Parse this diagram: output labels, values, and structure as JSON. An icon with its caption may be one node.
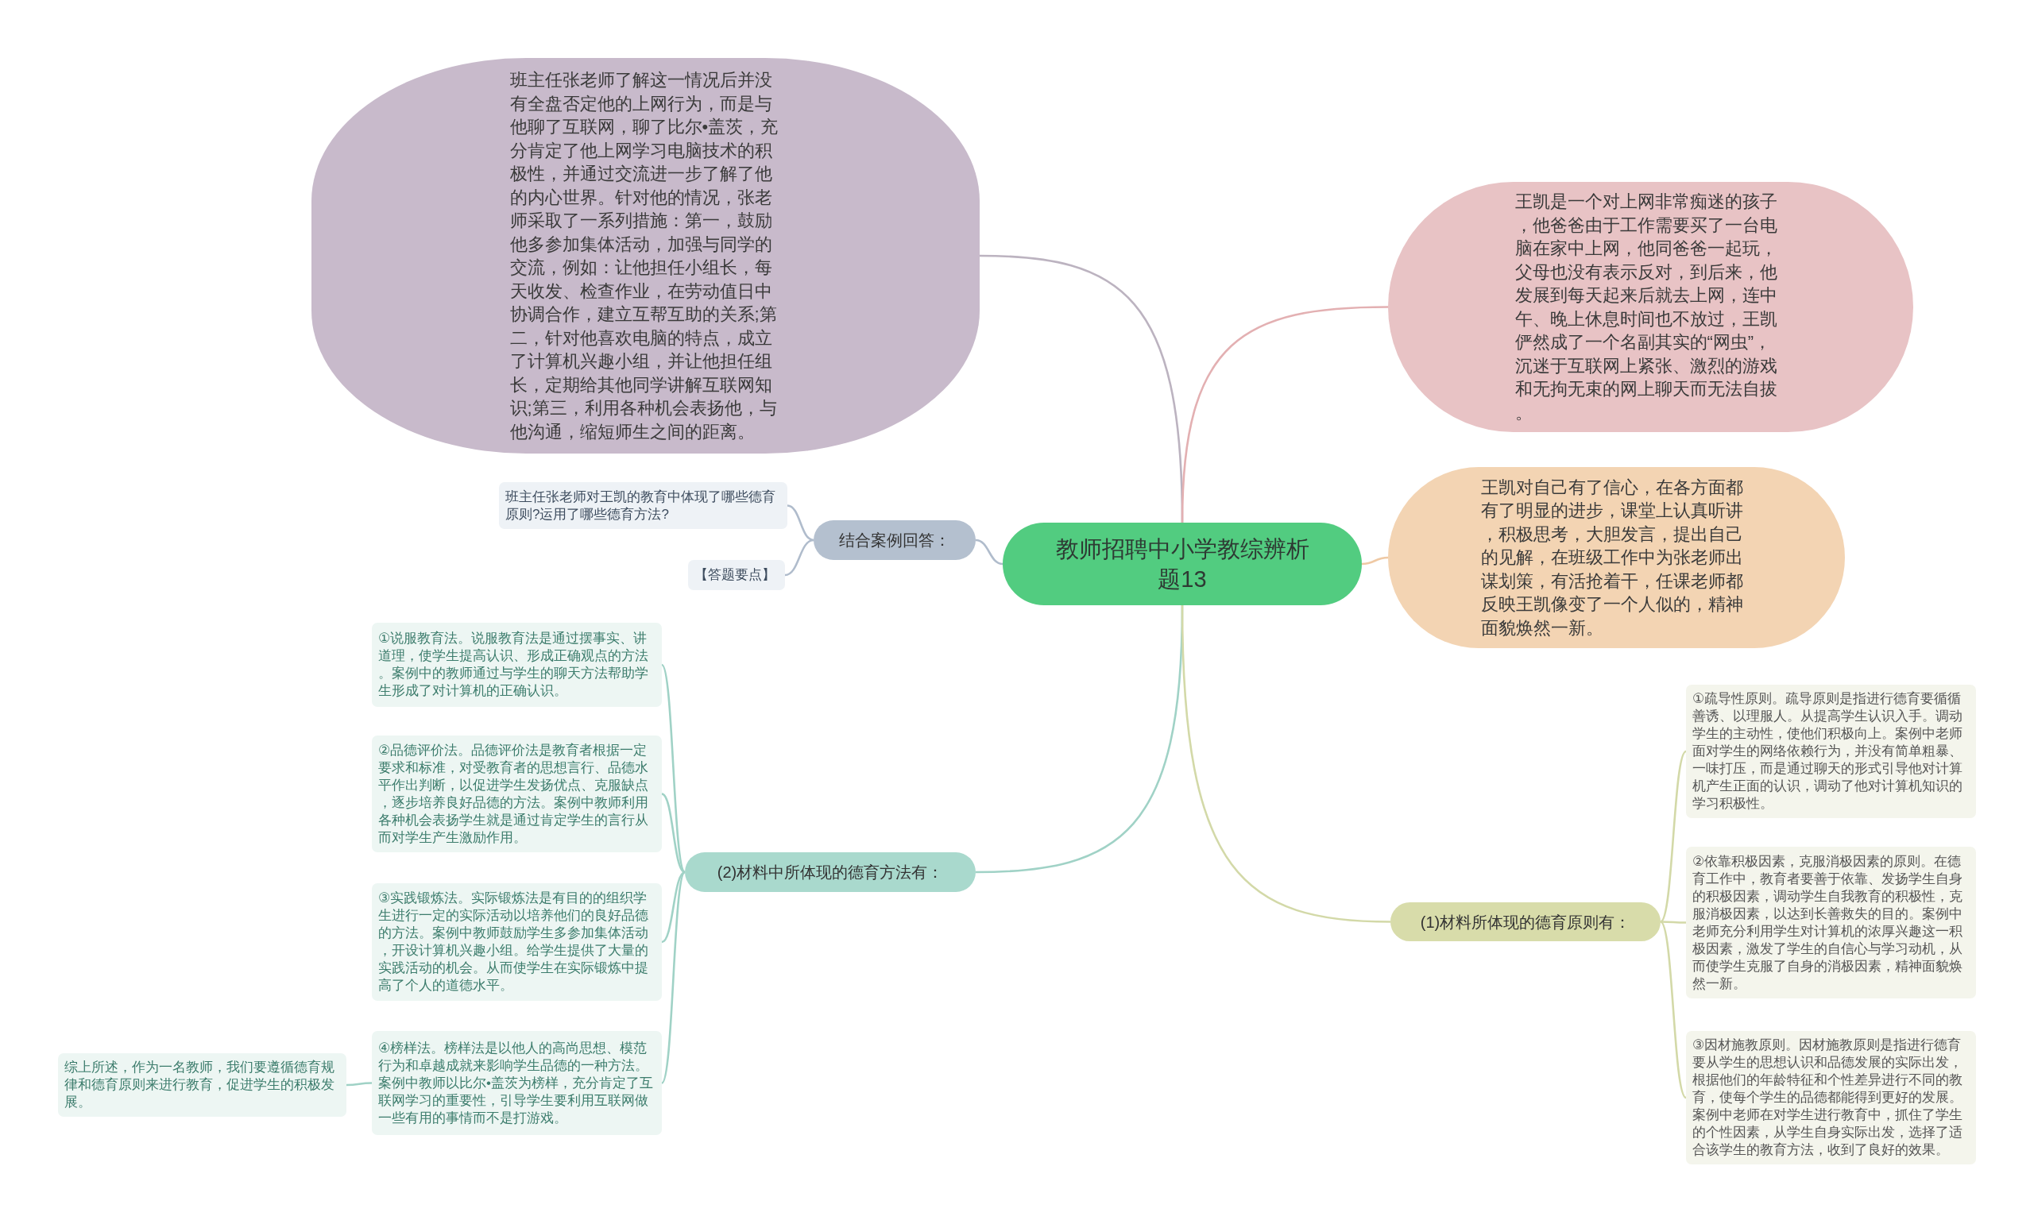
{
  "diagram": {
    "nodes": [
      {
        "text": [
          "教师招聘中小学教综辨析题13"
        ]
      },
      {
        "text": [
          "班主任张老师了解这一情况后并没有全盘否定他的上网行为，而是与他聊了互联网，聊了比尔•盖茨，充分肯定了他上网学习电脑技术的积极性，并通过交流进一步了解了他的内心世界。针对他的情况，张老师采取了一系列措施：第一，鼓励他多参加集体活动，加强与同学的交流，例如：让他担任小组长，每天收发、检查作业，在劳动值日中协调合作，建立互帮互助的关系;第二，针对他喜欢电脑的特点，成立了计算机兴趣小组，并让他担任组长，定期给其他同学讲解互联网知识;第三，利用各种机会表扬他，与他沟通，缩短师生之间的距离。"
        ]
      },
      {
        "text": [
          "王凯是一个对上网非常痴迷的孩子，他爸爸由于工作需要买了一台电脑在家中上网，他同爸爸一起玩，父母也没有表示反对，到后来，他发展到每天起来后就去上网，连中午、晚上休息时间也不放过，王凯俨然成了一个名副其实的“网虫”，沉迷于互联网上紧张、激烈的游戏和无拘无束的网上聊天而无法自拔。"
        ]
      },
      {
        "text": [
          "王凯对自己有了信心，在各方面都有了明显的进步，课堂上认真听讲，积极思考，大胆发言，提出自己的见解，在班级工作中为张老师出谋划策，有活抢着干，任课老师都反映王凯像变了一个人似的，精神面貌焕然一新。"
        ]
      },
      {
        "text": [
          "结合案例回答："
        ]
      },
      {
        "text": [
          "班主任张老师对王凯的教育中体现了哪些德育原则?运用了哪些德育方法?"
        ]
      },
      {
        "text": [
          "【答题要点】"
        ]
      },
      {
        "text": [
          "(2)材料中所体现的德育方法有："
        ]
      },
      {
        "text": [
          "①说服教育法。说服教育法是通过摆事实、讲道理，使学生提高认识、形成正确观点的方法。案例中的教师通过与学生的聊天方法帮助学生形成了对计算机的正确认识。"
        ]
      },
      {
        "text": [
          "②品德评价法。品德评价法是教育者根据一定要求和标准，对受教育者的思想言行、品德水平作出判断，以促进学生发扬优点、克服缺点，逐步培养良好品德的方法。案例中教师利用各种机会表扬学生就是通过肯定学生的言行从而对学生产生激励作用。"
        ]
      },
      {
        "text": [
          "③实践锻炼法。实际锻炼法是有目的的组织学生进行一定的实际活动以培养他们的良好品德的方法。案例中教师鼓励学生多参加集体活动，开设计算机兴趣小组。给学生提供了大量的实践活动的机会。从而使学生在实际锻炼中提高了个人的道德水平。"
        ]
      },
      {
        "text": [
          "④榜样法。榜样法是以他人的高尚思想、模范行为和卓越成就来影响学生品德的一种方法。案例中教师以比尔•盖茨为榜样，充分肯定了互联网学习的重要性，引导学生要利用互联网做一些有用的事情而不是打游戏。"
        ]
      },
      {
        "text": [
          "综上所述，作为一名教师，我们要遵循德育规律和德育原则来进行教育，促进学生的积极发展。"
        ]
      },
      {
        "text": [
          "(1)材料所体现的德育原则有："
        ]
      },
      {
        "text": [
          "①疏导性原则。疏导原则是指进行德育要循循善诱、以理服人。从提高学生认识入手。调动学生的主动性，使他们积极向上。案例中老师面对学生的网络依赖行为，并没有简单粗暴、一味打压，而是通过聊天的形式引导他对计算机产生正面的认识，调动了他对计算机知识的学习积极性。"
        ]
      },
      {
        "text": [
          "②依靠积极因素，克服消极因素的原则。在德育工作中，教育者要善于依靠、发扬学生自身的积极因素，调动学生自我教育的积极性，克服消极因素，以达到长善救失的目的。案例中老师充分利用学生对计算机的浓厚兴趣这一积极因素，激发了学生的自信心与学习动机，从而使学生克服了自身的消极因素，精神面貌焕然一新。"
        ]
      },
      {
        "text": [
          "③因材施教原则。因材施教原则是指进行德育要从学生的思想认识和品德发展的实际出发，根据他们的年龄特征和个性差异进行不同的教育，使每个学生的品德都能得到更好的发展。案例中老师在对学生进行教育中，抓住了学生的个性因素，从学生自身实际出发，选择了适合该学生的教育方法，收到了良好的效果。"
        ]
      }
    ],
    "edges": [
      {
        "from": 0,
        "to": 1,
        "arrow": "none",
        "color": "#bcb3c0"
      },
      {
        "from": 0,
        "to": 2,
        "arrow": "none",
        "color": "#e3b0b2"
      },
      {
        "from": 0,
        "to": 3,
        "arrow": "none",
        "color": "#efc9a4"
      },
      {
        "from": 0,
        "to": 4,
        "arrow": "none",
        "color": "#b0bccc"
      },
      {
        "from": 4,
        "to": 5,
        "arrow": "none",
        "color": "#b0bccc"
      },
      {
        "from": 4,
        "to": 6,
        "arrow": "none",
        "color": "#b0bccc"
      },
      {
        "from": 0,
        "to": 7,
        "arrow": "none"
      },
      {
        "from": 7,
        "to": 8,
        "arrow": "none"
      },
      {
        "from": 7,
        "to": 9,
        "arrow": "none"
      },
      {
        "from": 7,
        "to": 10,
        "arrow": "none"
      },
      {
        "from": 7,
        "to": 11,
        "arrow": "none"
      },
      {
        "from": 11,
        "to": 12,
        "arrow": "none"
      },
      {
        "from": 0,
        "to": 13,
        "arrow": "none",
        "color": "#d3d9a8"
      },
      {
        "from": 13,
        "to": 14,
        "arrow": "none",
        "color": "#d3d9a8"
      },
      {
        "from": 13,
        "to": 15,
        "arrow": "none",
        "color": "#d3d9a8"
      },
      {
        "from": 13,
        "to": 16,
        "arrow": "none",
        "color": "#d3d9a8"
      }
    ]
  }
}
